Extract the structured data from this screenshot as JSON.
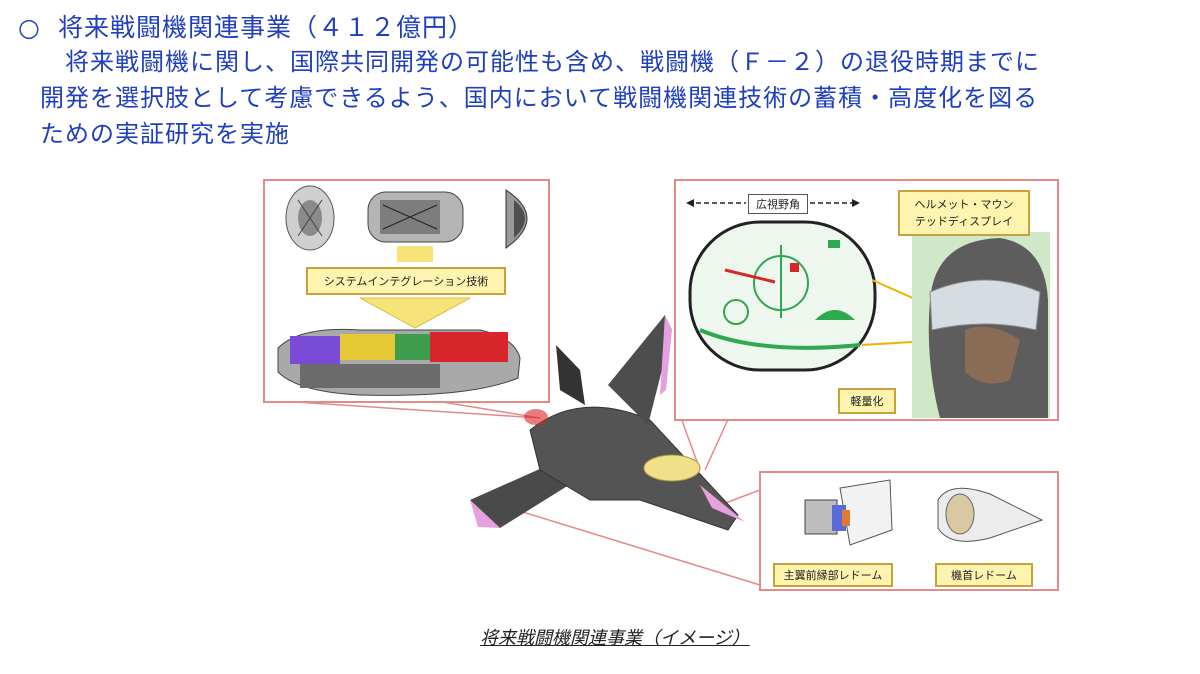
{
  "heading": {
    "bullet": "○",
    "title": "将来戦闘機関連事業（４１２億円）"
  },
  "description": {
    "line1": "　将来戦闘機に関し、国際共同開発の可能性も含め、戦闘機（Ｆ－２）の退役時期までに",
    "line2": "開発を選択肢として考慮できるよう、国内において戦闘機関連技術の蓄積・高度化を図る",
    "line3": "ための実証研究を実施"
  },
  "engine_panel": {
    "integration_label": "システムインテグレーション技術"
  },
  "helmet_panel": {
    "fov_label": "広視野角",
    "hmd_label": "ヘルメット・マウン\nテッドディスプレイ",
    "lightweight_label": "軽量化"
  },
  "radome_panel": {
    "wing_radome_label": "主翼前縁部レドーム",
    "nose_radome_label": "機首レドーム"
  },
  "caption": "将来戦闘機関連事業（イメージ）",
  "colors": {
    "text_blue": "#1f3fbf",
    "panel_border": "#e58a8a",
    "label_fill": "#fff3b0",
    "hud_green": "#2fa84f"
  }
}
